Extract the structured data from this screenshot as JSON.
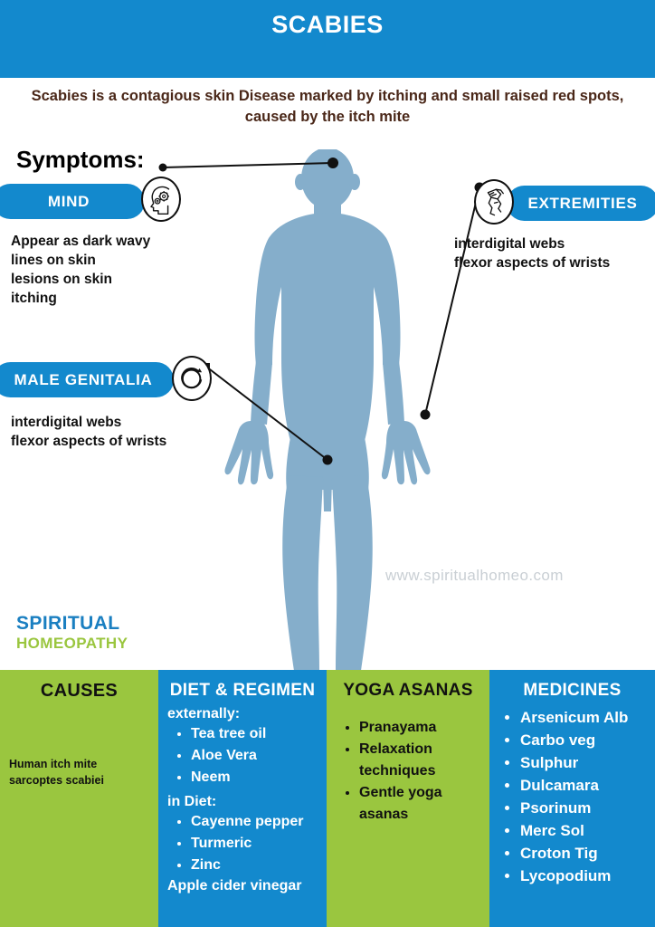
{
  "header": {
    "title": "SCABIES",
    "intro": "Scabies is a contagious skin Disease marked by itching and small raised red spots, caused by the itch mite",
    "band_color": "#1389cd",
    "intro_color": "#4a2718"
  },
  "body_figure": {
    "silhouette_color": "#85aecb",
    "watermark": "www.spiritualhomeo.com"
  },
  "symptoms": {
    "heading": "Symptoms:",
    "items": [
      {
        "label": "MIND",
        "icon": "head-gears-icon",
        "notes": "Appear as dark wavy lines on skin\nlesions on skin\nitching",
        "note_lines": [
          "Appear as dark wavy",
          "lines on skin",
          "lesions on skin",
          "itching"
        ]
      },
      {
        "label": "EXTREMITIES",
        "icon": "hand-limb-icon",
        "note_lines": [
          "interdigital webs",
          "flexor aspects of wrists"
        ]
      },
      {
        "label": "MALE GENITALIA",
        "icon": "male-symbol-icon",
        "note_lines": [
          "interdigital webs",
          "flexor aspects of wrists"
        ]
      }
    ]
  },
  "logo": {
    "line1": "SPIRITUAL",
    "line2": "HOMEOPATHY",
    "line1_color": "#1a7fc1",
    "line2_color": "#9ac63f"
  },
  "panels": [
    {
      "title": "CAUSES",
      "bg": "#9ac63f",
      "text_color": "#111111",
      "body_lines": [
        "Human itch mite",
        "sarcoptes scabiei"
      ]
    },
    {
      "title": "DIET & REGIMEN",
      "bg": "#1389cd",
      "text_color": "#ffffff",
      "sub1": "externally:",
      "list1": [
        "Tea tree oil",
        "Aloe Vera",
        "Neem"
      ],
      "sub2": "in Diet:",
      "list2": [
        "Cayenne pepper",
        "Turmeric",
        "Zinc"
      ],
      "tail": "Apple cider vinegar"
    },
    {
      "title": "YOGA ASANAS",
      "bg": "#9ac63f",
      "text_color": "#111111",
      "list1": [
        "Pranayama",
        "Relaxation techniques",
        "Gentle yoga asanas"
      ]
    },
    {
      "title": "MEDICINES",
      "bg": "#1389cd",
      "text_color": "#ffffff",
      "list1": [
        "Arsenicum Alb",
        "Carbo veg",
        "Sulphur",
        "Dulcamara",
        "Psorinum",
        "Merc Sol",
        "Croton Tig",
        "Lycopodium"
      ]
    }
  ]
}
